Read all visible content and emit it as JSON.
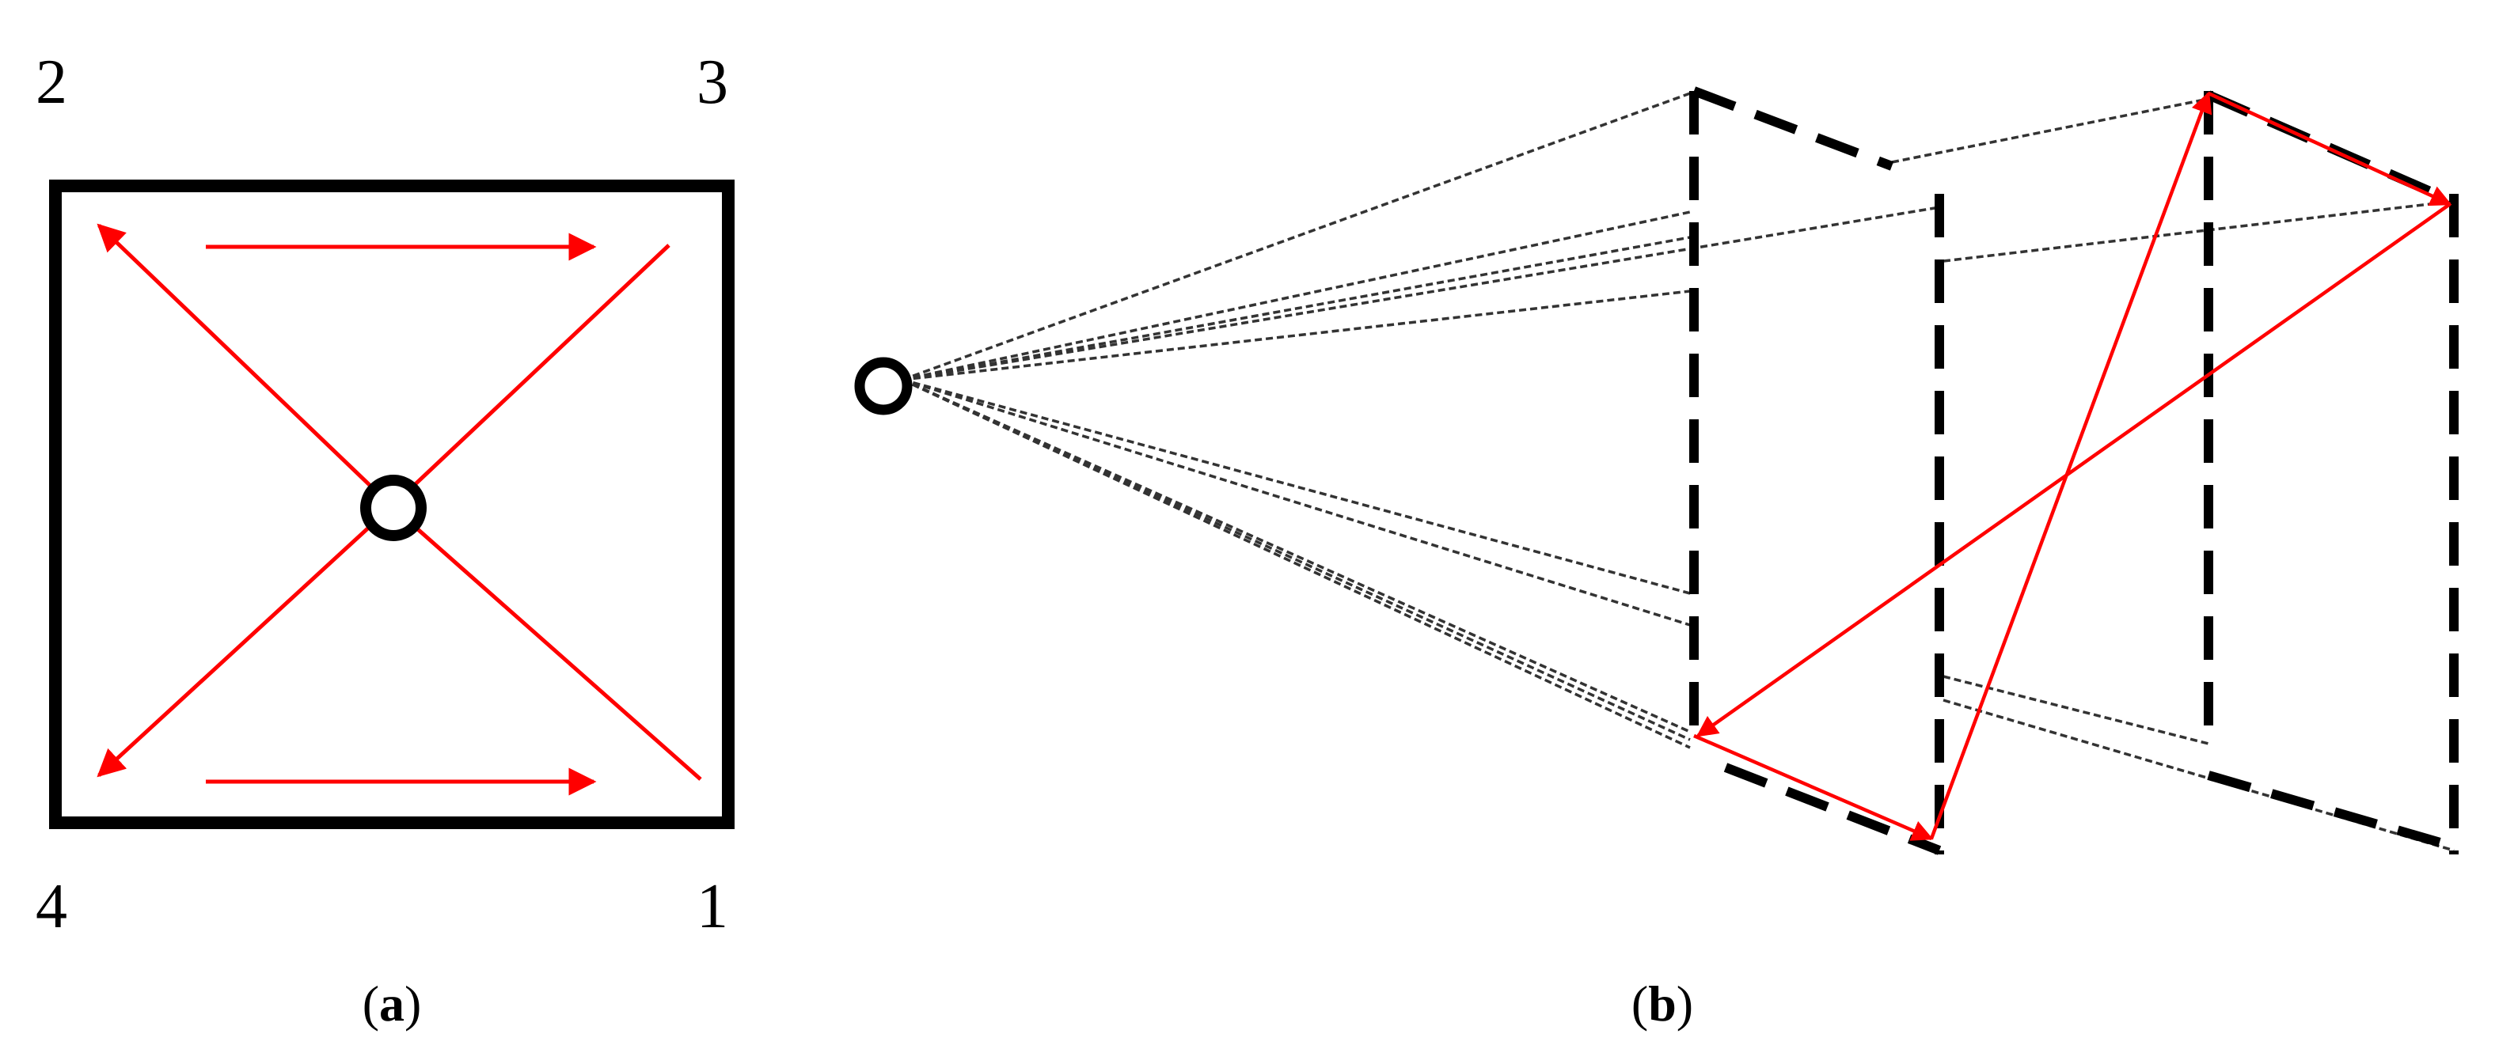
{
  "panel_a": {
    "corner_labels": {
      "top_left": "2",
      "top_right": "3",
      "bottom_left": "4",
      "bottom_right": "1"
    },
    "caption": {
      "open": "(",
      "letter": "a",
      "close": ")"
    }
  },
  "panel_b": {
    "caption": {
      "open": "(",
      "letter": "b",
      "close": ")"
    }
  },
  "colors": {
    "frame": "#000000",
    "arrow": "#ff0000",
    "projection_line": "#333333",
    "background": "#ffffff"
  }
}
